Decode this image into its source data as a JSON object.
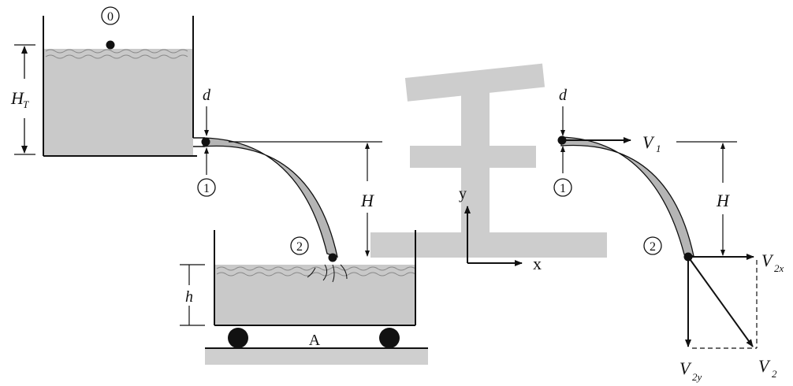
{
  "diagram": {
    "point_labels": {
      "p0": "0",
      "p1": "1",
      "p2": "2"
    },
    "left": {
      "tank_height_label": "H",
      "tank_height_sub": "T",
      "diameter_label": "d",
      "drop_height_label": "H",
      "water_depth_label": "h",
      "cart_label": "A"
    },
    "axes": {
      "x_label": "x",
      "y_label": "y"
    },
    "right": {
      "diameter_label": "d",
      "drop_height_label": "H",
      "v1_label": "V",
      "v1_sub": "1",
      "v2x_label": "V",
      "v2x_sub": "2x",
      "v2y_label": "V",
      "v2y_sub": "2y",
      "v2_label": "V",
      "v2_sub": "2"
    },
    "watermark": {
      "glyph": "王",
      "color": "#c8c8c8"
    },
    "colors": {
      "water": "#c9c9c9",
      "jet": "#b5b5b5",
      "ink": "#111111",
      "ground": "#cfcfcf"
    }
  }
}
